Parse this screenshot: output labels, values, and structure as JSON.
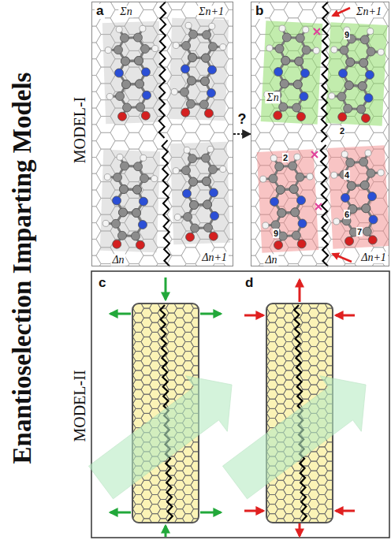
{
  "diagram": {
    "title": "Enantioselection Imparting Models",
    "nodes": [
      {
        "text": [
          "a"
        ]
      },
      {
        "text": [
          "b"
        ]
      },
      {
        "text": [
          "c"
        ]
      },
      {
        "text": [
          "d"
        ]
      }
    ],
    "edges": [
      {
        "from": 0,
        "to": 1,
        "arrow": "to",
        "label": "?"
      }
    ],
    "labels": [
      "MODEL-I",
      "MODEL-II",
      "Σn",
      "Σn+1",
      "Δn",
      "Δn+1",
      "Σn",
      "Σn+1",
      "Δn",
      "Δn+1",
      "9",
      "2",
      "2",
      "4",
      "6",
      "7",
      "9"
    ]
  }
}
